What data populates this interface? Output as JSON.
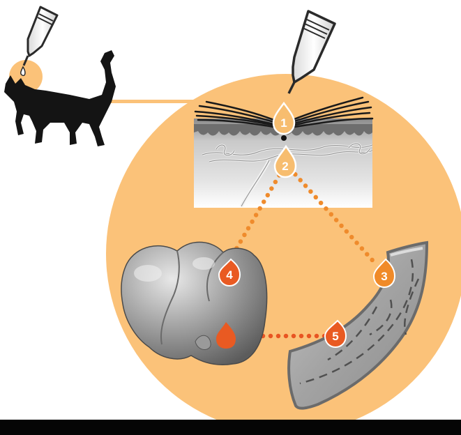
{
  "diagram": {
    "colors": {
      "circle": "#fbc279",
      "skin_drop": "#f7bd6f",
      "orange_drop": "#f08a28",
      "red_drop": "#e95a22",
      "dots_orange": "#ef8b2c",
      "dots_red": "#e85422",
      "bottom_bar": "#050505",
      "cat": "#141414"
    },
    "steps": [
      {
        "number": "1",
        "location": "skin surface"
      },
      {
        "number": "2",
        "location": "dermis"
      },
      {
        "number": "3",
        "location": "intestine"
      },
      {
        "number": "4",
        "location": "liver"
      },
      {
        "number": "5",
        "location": "intestine"
      }
    ]
  }
}
